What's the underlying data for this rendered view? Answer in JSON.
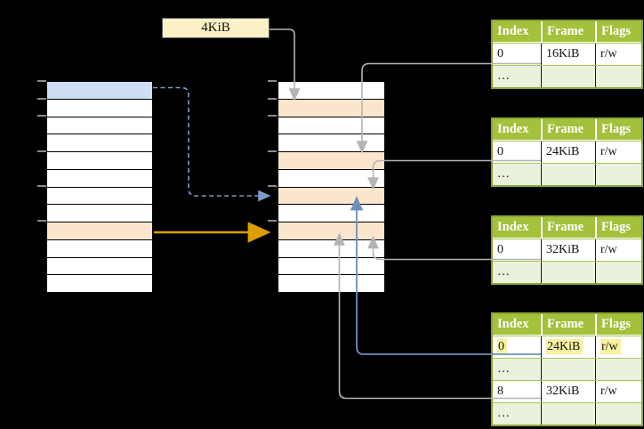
{
  "size_label": "4KiB",
  "memory_maps": {
    "left": {
      "rows": [
        "blue",
        "white",
        "white",
        "white",
        "white",
        "white",
        "white",
        "white",
        "orange",
        "white",
        "white",
        "white"
      ]
    },
    "middle": {
      "rows": [
        "white",
        "orange",
        "white",
        "white",
        "orange",
        "white",
        "orange",
        "white",
        "orange",
        "white",
        "white",
        "white"
      ]
    },
    "tick_rows": [
      0,
      1,
      2,
      4,
      6,
      8
    ]
  },
  "page_tables": [
    {
      "headers": [
        "Index",
        "Frame",
        "Flags"
      ],
      "rows": [
        {
          "cells": [
            "0",
            "16KiB",
            "r/w"
          ]
        },
        {
          "cells": [
            "…",
            "",
            ""
          ]
        }
      ]
    },
    {
      "headers": [
        "Index",
        "Frame",
        "Flags"
      ],
      "rows": [
        {
          "cells": [
            "0",
            "24KiB",
            "r/w"
          ]
        },
        {
          "cells": [
            "…",
            "",
            ""
          ]
        }
      ]
    },
    {
      "headers": [
        "Index",
        "Frame",
        "Flags"
      ],
      "rows": [
        {
          "cells": [
            "0",
            "32KiB",
            "r/w"
          ]
        },
        {
          "cells": [
            "…",
            "",
            ""
          ]
        }
      ]
    },
    {
      "headers": [
        "Index",
        "Frame",
        "Flags"
      ],
      "rows": [
        {
          "cells": [
            "0",
            "24KiB",
            "r/w"
          ],
          "highlight": true
        },
        {
          "cells": [
            "…",
            "",
            ""
          ]
        },
        {
          "cells": [
            "8",
            "32KiB",
            "r/w"
          ]
        },
        {
          "cells": [
            "…",
            "",
            ""
          ]
        }
      ]
    }
  ],
  "colors": {
    "background": "#000000",
    "table_header_green": "#a3c13a",
    "table_row_light_green": "#eaf1dc",
    "table_border_green": "#8ca635",
    "highlight_yellow": "#f9f1a2",
    "row_blue": "#cdddf4",
    "row_orange": "#fce5cd",
    "label_box_cream": "#fcf0c6",
    "arrow_gray": "#b4b4b4",
    "arrow_blue": "#6d8ebc",
    "arrow_dashed_blue": "#7d9cc9",
    "arrow_gold": "#dd9e00"
  }
}
